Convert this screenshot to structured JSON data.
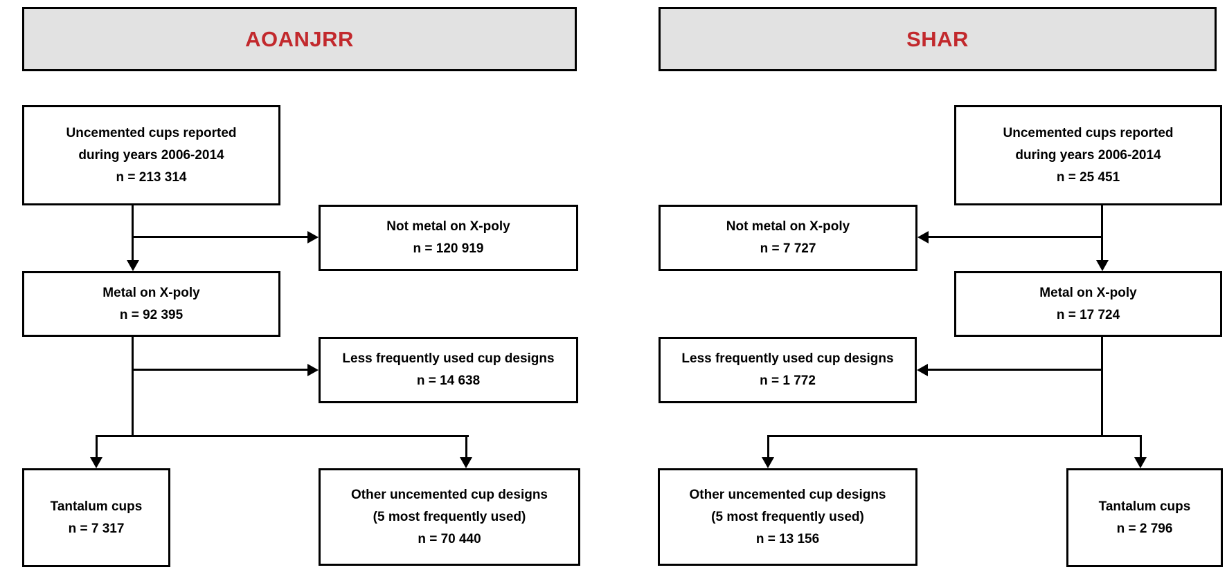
{
  "figure": {
    "type": "flowchart",
    "description": "Two mirrored flow diagrams of uncemented cup selection in two registries"
  },
  "colors": {
    "header_bg": "#e2e2e2",
    "header_text": "#c2292d",
    "line": "#000000",
    "box_bg": "#ffffff",
    "background": "#ffffff"
  },
  "aoanjrr": {
    "title": "AOANJRR",
    "uncemented": {
      "line1": "Uncemented cups reported",
      "line2": "during years 2006-2014",
      "line3": "n = 213 314"
    },
    "not_metal": {
      "line1": "Not metal on X-poly",
      "line2": "n = 120 919"
    },
    "metal": {
      "line1": "Metal on X-poly",
      "line2": "n = 92 395"
    },
    "less_frequent": {
      "line1": "Less frequently used cup designs",
      "line2": "n = 14 638"
    },
    "tantalum": {
      "line1": "Tantalum cups",
      "line2": "n = 7 317"
    },
    "other": {
      "line1": "Other uncemented cup designs",
      "line2": "(5 most frequently used)",
      "line3": "n = 70 440"
    }
  },
  "shar": {
    "title": "SHAR",
    "uncemented": {
      "line1": "Uncemented cups reported",
      "line2": "during years 2006-2014",
      "line3": "n = 25 451"
    },
    "not_metal": {
      "line1": "Not metal on X-poly",
      "line2": "n = 7 727"
    },
    "metal": {
      "line1": "Metal on X-poly",
      "line2": "n = 17 724"
    },
    "less_frequent": {
      "line1": "Less frequently used cup designs",
      "line2": "n = 1 772"
    },
    "other": {
      "line1": "Other uncemented cup designs",
      "line2": "(5 most frequently used)",
      "line3": "n = 13 156"
    },
    "tantalum": {
      "line1": "Tantalum cups",
      "line2": "n = 2 796"
    }
  }
}
